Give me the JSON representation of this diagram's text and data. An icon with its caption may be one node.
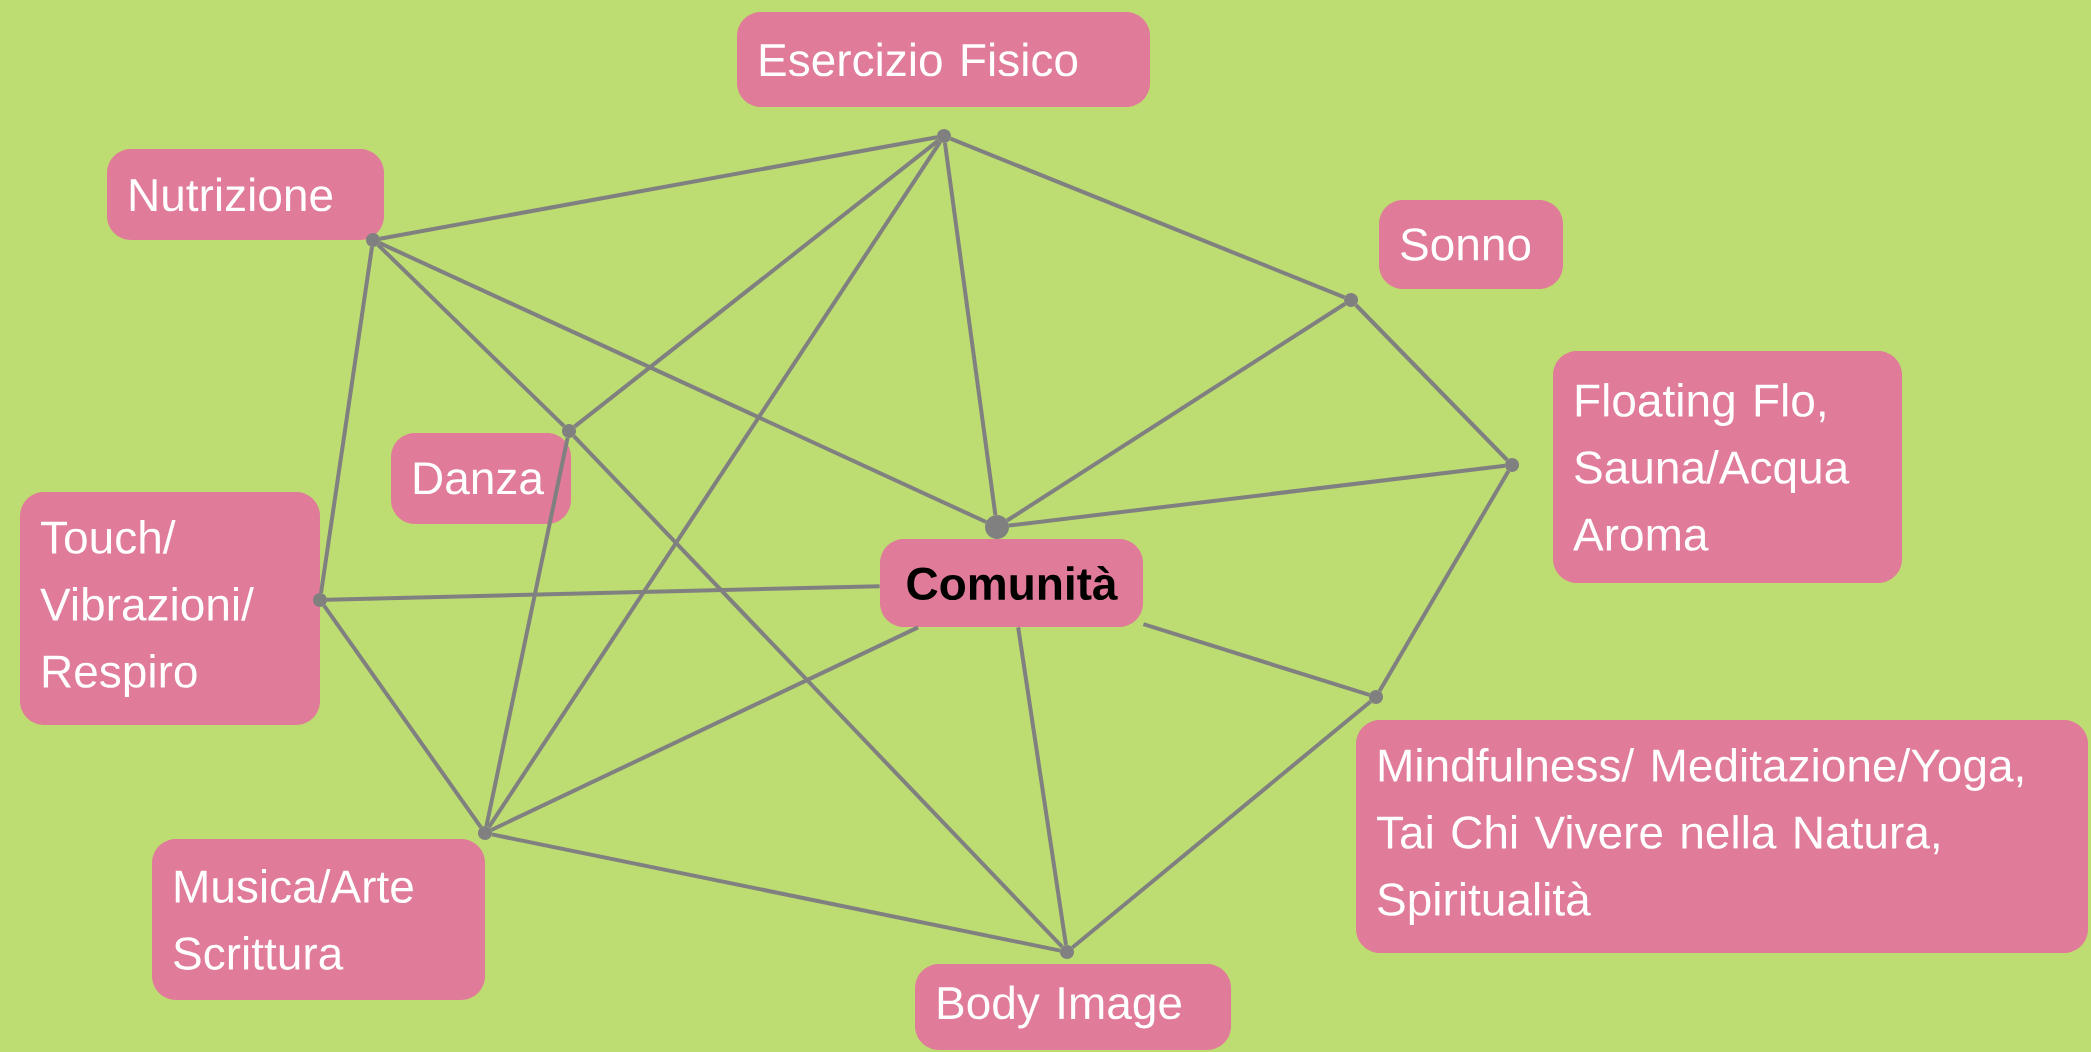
{
  "diagram": {
    "nodes": [
      {
        "text": [
          "Esercizio Fisico"
        ]
      },
      {
        "text": [
          "Nutrizione"
        ]
      },
      {
        "text": [
          "Sonno"
        ]
      },
      {
        "text": [
          "Floating Flo, Sauna/Acqua Aroma"
        ]
      },
      {
        "text": [
          "Danza"
        ]
      },
      {
        "text": [
          "Touch/ Vibrazioni/ Respiro"
        ]
      },
      {
        "text": [
          "Comunità"
        ]
      },
      {
        "text": [
          "Mindfulness/ Meditazione/Yoga, Tai Chi Vivere nella Natura, Spiritualità"
        ]
      },
      {
        "text": [
          "Musica/Arte Scrittura"
        ]
      },
      {
        "text": [
          "Body Image"
        ]
      }
    ],
    "edges": [
      {
        "from": 0,
        "to": 1,
        "arrow": "none"
      },
      {
        "from": 0,
        "to": 2,
        "arrow": "none"
      },
      {
        "from": 0,
        "to": 4,
        "arrow": "none"
      },
      {
        "from": 0,
        "to": 8,
        "arrow": "none"
      },
      {
        "from": 0,
        "to": 6,
        "arrow": "none"
      },
      {
        "from": 1,
        "to": 5,
        "arrow": "none"
      },
      {
        "from": 1,
        "to": 4,
        "arrow": "none"
      },
      {
        "from": 1,
        "to": 6,
        "arrow": "none"
      },
      {
        "from": 6,
        "to": 2,
        "arrow": "none"
      },
      {
        "from": 6,
        "to": 3,
        "arrow": "none"
      },
      {
        "from": 6,
        "to": 5,
        "arrow": "none"
      },
      {
        "from": 6,
        "to": 7,
        "arrow": "none"
      },
      {
        "from": 6,
        "to": 8,
        "arrow": "none"
      },
      {
        "from": 6,
        "to": 9,
        "arrow": "none"
      },
      {
        "from": 2,
        "to": 3,
        "arrow": "none"
      },
      {
        "from": 3,
        "to": 7,
        "arrow": "none"
      },
      {
        "from": 7,
        "to": 9,
        "arrow": "none"
      },
      {
        "from": 9,
        "to": 8,
        "arrow": "none"
      },
      {
        "from": 8,
        "to": 5,
        "arrow": "none"
      },
      {
        "from": 8,
        "to": 4,
        "arrow": "none"
      },
      {
        "from": 4,
        "to": 9,
        "arrow": "none"
      }
    ]
  }
}
